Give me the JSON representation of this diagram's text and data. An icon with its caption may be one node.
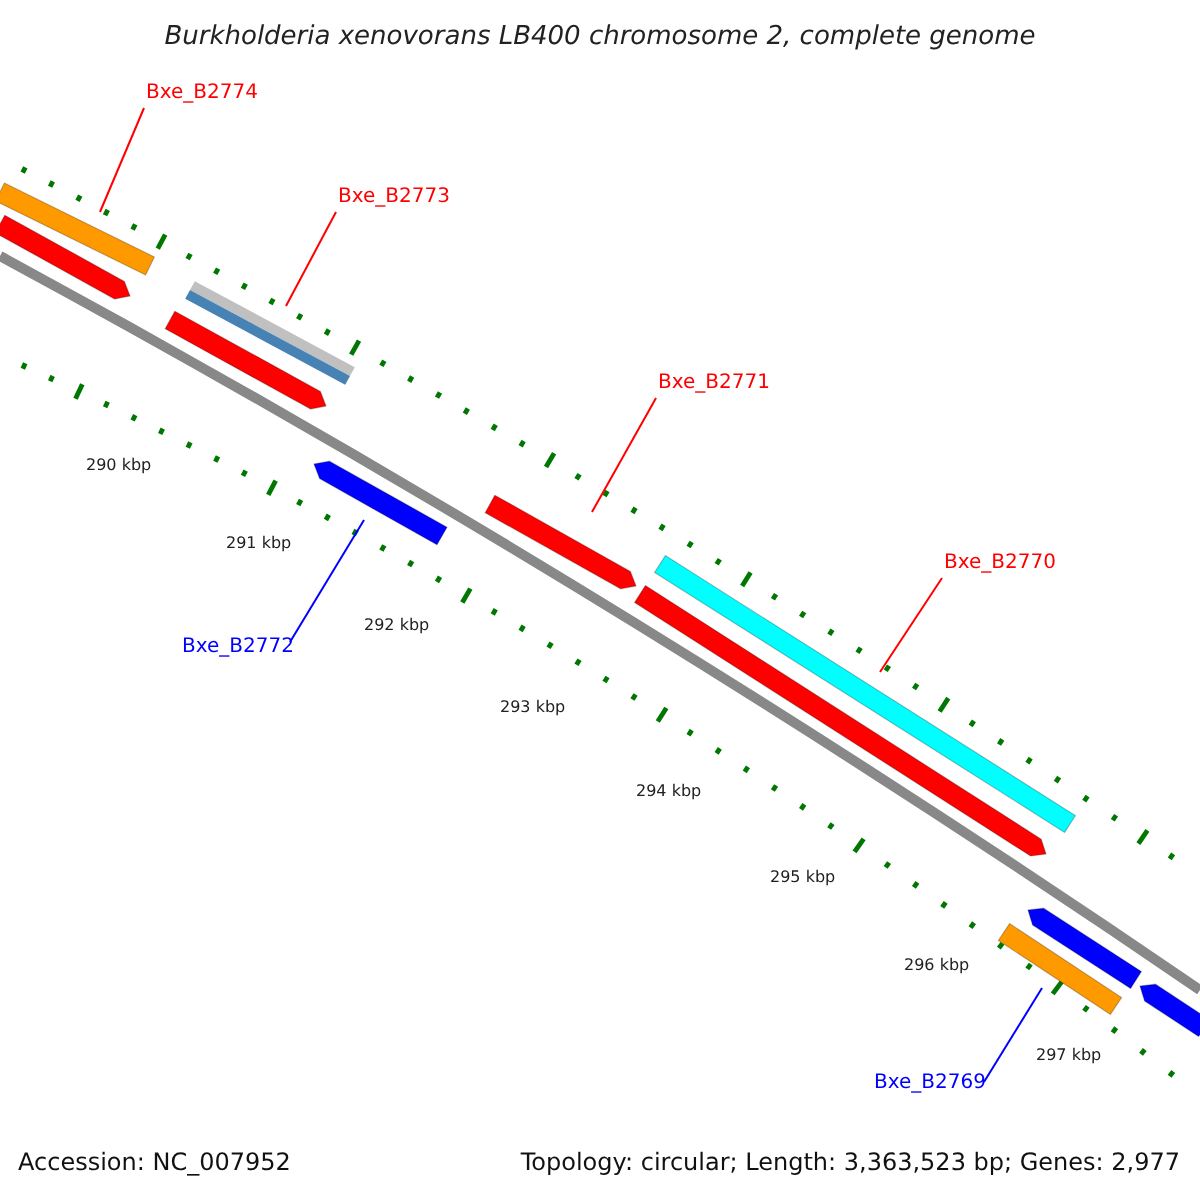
{
  "diagram": {
    "title": "Burkholderia xenovorans LB400 chromosome 2, complete genome",
    "nodes": [
      {
        "text": [
          "Bxe_B2774"
        ]
      },
      {
        "text": [
          "Bxe_B2773"
        ]
      },
      {
        "text": [
          "Bxe_B2771"
        ]
      },
      {
        "text": [
          "Bxe_B2770"
        ]
      },
      {
        "text": [
          "Bxe_B2772"
        ]
      },
      {
        "text": [
          "Bxe_B2769"
        ]
      },
      {
        "text": [],
        "shape": "bar"
      },
      {
        "text": [],
        "shape": "bar"
      },
      {
        "text": [],
        "shape": "bar"
      },
      {
        "text": [],
        "shape": "bar"
      },
      {
        "text": [],
        "shape": "bar"
      },
      {
        "text": [],
        "shape": "bar"
      }
    ],
    "edges": [
      {
        "from": 0,
        "to": 6,
        "arrow": "none"
      },
      {
        "from": 1,
        "to": 7,
        "arrow": "none"
      },
      {
        "from": 2,
        "to": 9,
        "arrow": "none"
      },
      {
        "from": 3,
        "to": 10,
        "arrow": "none"
      },
      {
        "from": 4,
        "to": 8,
        "arrow": "none",
        "color": "#0000ff"
      },
      {
        "from": 5,
        "to": 11,
        "arrow": "none",
        "color": "#0000ff"
      }
    ],
    "labels": [
      "290 kbp",
      "291 kbp",
      "292 kbp",
      "293 kbp",
      "294 kbp",
      "295 kbp",
      "296 kbp",
      "297 kbp",
      "Accession: NC_007952",
      "Topology: circular; Length: 3,363,523 bp; Genes: 2,977"
    ]
  }
}
